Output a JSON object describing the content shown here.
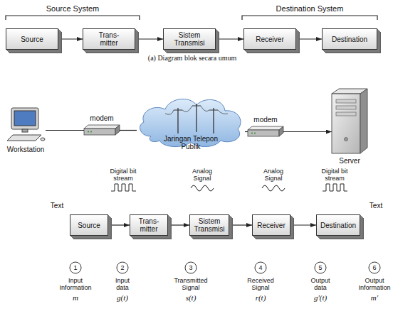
{
  "diagram": {
    "caption": "(a) Diagram blok secara umum",
    "nodes": [
      {
        "text": [
          "Source"
        ]
      },
      {
        "text": [
          "Trans- mitter"
        ]
      },
      {
        "text": [
          "Sistem Transmisi"
        ]
      },
      {
        "text": [
          "Receiver"
        ]
      },
      {
        "text": [
          "Destination"
        ]
      },
      {
        "text": [
          "Workstation"
        ]
      },
      {
        "text": [
          "modem"
        ]
      },
      {
        "text": [
          "Jaringan Telepon Publik"
        ]
      },
      {
        "text": [
          "modem"
        ]
      },
      {
        "text": [
          "Server"
        ]
      },
      {
        "text": [
          "Source"
        ]
      },
      {
        "text": [
          "Trans- mitter"
        ]
      },
      {
        "text": [
          "Sistem Transmisi"
        ]
      },
      {
        "text": [
          "Receiver"
        ]
      },
      {
        "text": [
          "Destination"
        ]
      }
    ],
    "edges": [
      {
        "from": 0,
        "to": 1,
        "arrow": "to"
      },
      {
        "from": 1,
        "to": 2,
        "arrow": "to"
      },
      {
        "from": 2,
        "to": 3,
        "arrow": "to"
      },
      {
        "from": 3,
        "to": 4,
        "arrow": "to"
      },
      {
        "from": 5,
        "to": 6,
        "arrow": "none"
      },
      {
        "from": 6,
        "to": 7,
        "arrow": "none"
      },
      {
        "from": 7,
        "to": 8,
        "arrow": "none"
      },
      {
        "from": 8,
        "to": 9,
        "arrow": "to"
      },
      {
        "from": 10,
        "to": 11,
        "arrow": "to"
      },
      {
        "from": 11,
        "to": 12,
        "arrow": "to"
      },
      {
        "from": 12,
        "to": 13,
        "arrow": "to"
      },
      {
        "from": 13,
        "to": 14,
        "arrow": "to"
      }
    ],
    "labels": [
      "Source System",
      "Destination System",
      "Digital bit stream",
      "Analog Signal",
      "Analog Signal",
      "Digital bit stream",
      "Text",
      "Text",
      "1",
      "Input Information",
      "m",
      "2",
      "Input data",
      "g(t)",
      "3",
      "Transmitted Signal",
      "s(t)",
      "4",
      "Received Signal",
      "r(t)",
      "5",
      "Output data",
      "g'(t)",
      "6",
      "Output Information",
      "m'"
    ]
  }
}
